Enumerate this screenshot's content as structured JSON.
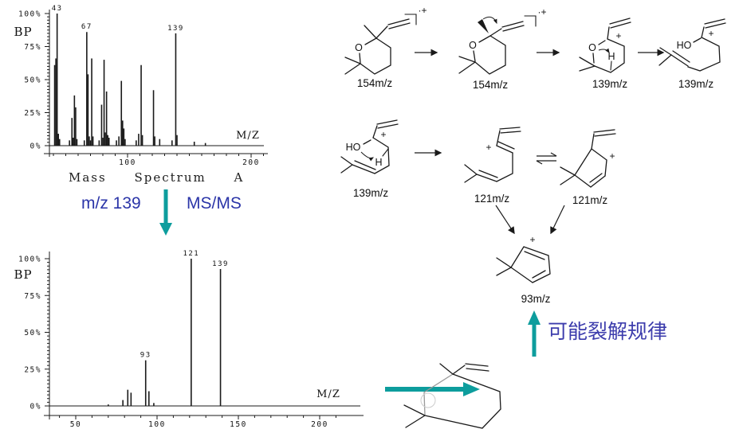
{
  "colors": {
    "ink": "#1a1a1a",
    "accent_teal": "#0d9d9d",
    "annotation_blue": "#2b35a8",
    "conclusion_blue": "#3c3cac"
  },
  "annotations": {
    "precursor": "m/z 139",
    "method": "MS/MS",
    "conclusion": "可能裂解规律"
  },
  "scheme": {
    "s1": {
      "label": "154m/z",
      "atom_o": "O",
      "charge": "·+"
    },
    "s2": {
      "label": "154m/z",
      "atom_o": "O",
      "charge": "·+"
    },
    "s3": {
      "label": "139m/z",
      "atom_o": "O",
      "atom_h": "H",
      "charge": "+"
    },
    "s4": {
      "label": "139m/z",
      "atom_oh": "HO",
      "charge": "+"
    },
    "s5": {
      "label": "139m/z",
      "atom_oh": "HO",
      "atom_h": "H",
      "charge": "+"
    },
    "s6": {
      "label": "121m/z",
      "charge": "+"
    },
    "s7": {
      "label": "121m/z",
      "charge": "+"
    },
    "s8": {
      "label": "93m/z",
      "charge": "+"
    }
  },
  "chart_data": [
    {
      "type": "bar",
      "variant": "mass-spectrum",
      "title": "Mass Spectrum A",
      "xlabel": "M/Z",
      "ylabel": "BP",
      "ylim": [
        0,
        100
      ],
      "xlim": [
        38,
        212
      ],
      "grid": false,
      "yticks": [
        "100%",
        "75%",
        "50%",
        "25%",
        "0%"
      ],
      "xticks": [
        {
          "mz": 100,
          "label": "100"
        },
        {
          "mz": 200,
          "label": "200"
        }
      ],
      "peaks": [
        [
          41,
          61
        ],
        [
          42,
          66
        ],
        [
          43,
          100,
          "43"
        ],
        [
          44,
          9
        ],
        [
          45,
          5
        ],
        [
          53,
          4
        ],
        [
          55,
          21
        ],
        [
          56,
          6
        ],
        [
          57,
          38
        ],
        [
          58,
          29
        ],
        [
          59,
          5
        ],
        [
          65,
          4
        ],
        [
          67,
          86,
          "67"
        ],
        [
          68,
          54
        ],
        [
          69,
          7
        ],
        [
          70,
          4
        ],
        [
          71,
          66
        ],
        [
          72,
          7
        ],
        [
          77,
          4
        ],
        [
          79,
          31
        ],
        [
          80,
          6
        ],
        [
          81,
          65
        ],
        [
          82,
          10
        ],
        [
          83,
          41
        ],
        [
          84,
          8
        ],
        [
          85,
          6
        ],
        [
          91,
          4
        ],
        [
          93,
          7
        ],
        [
          95,
          49
        ],
        [
          96,
          19
        ],
        [
          97,
          13
        ],
        [
          98,
          5
        ],
        [
          107,
          4
        ],
        [
          109,
          9
        ],
        [
          111,
          61
        ],
        [
          112,
          8
        ],
        [
          121,
          42
        ],
        [
          122,
          7
        ],
        [
          126,
          5
        ],
        [
          136,
          4
        ],
        [
          139,
          85,
          "139"
        ],
        [
          140,
          8
        ],
        [
          154,
          3
        ],
        [
          163,
          2
        ]
      ]
    },
    {
      "type": "bar",
      "variant": "mass-spectrum",
      "title": "",
      "xlabel": "M/Z",
      "ylabel": "BP",
      "ylim": [
        0,
        100
      ],
      "xlim": [
        33,
        212
      ],
      "grid": false,
      "yticks": [
        "100%",
        "75%",
        "50%",
        "25%",
        "0%"
      ],
      "xticks": [
        {
          "mz": 50,
          "label": "50"
        },
        {
          "mz": 100,
          "label": "100"
        },
        {
          "mz": 150,
          "label": "150"
        },
        {
          "mz": 200,
          "label": "200"
        }
      ],
      "peaks": [
        [
          70,
          1
        ],
        [
          79,
          4
        ],
        [
          82,
          11
        ],
        [
          84,
          9
        ],
        [
          93,
          31,
          "93"
        ],
        [
          95,
          10
        ],
        [
          98,
          2
        ],
        [
          121,
          100,
          "121"
        ],
        [
          139,
          93,
          "139"
        ]
      ]
    }
  ]
}
